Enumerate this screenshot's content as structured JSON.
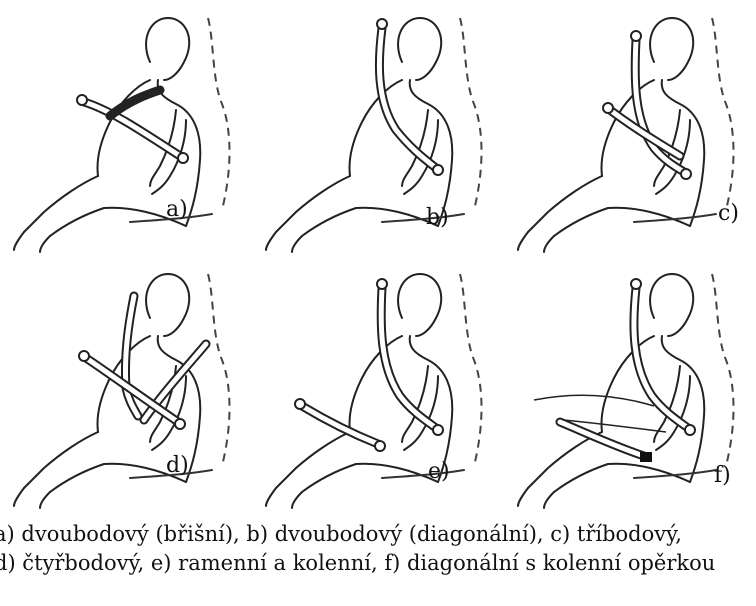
{
  "panels": [
    {
      "id": "a",
      "label": "a)"
    },
    {
      "id": "b",
      "label": "b)"
    },
    {
      "id": "c",
      "label": "c)"
    },
    {
      "id": "d",
      "label": "d)"
    },
    {
      "id": "e",
      "label": "e)"
    },
    {
      "id": "f",
      "label": "f)"
    }
  ],
  "caption": {
    "line1": "a) dvoubodový (břišní), b) dvoubodový (diagonální), c) tříbodový,",
    "line2": "d) čtyřbodový, e) ramenní a kolenní, f) diagonální s kolenní opěrkou"
  }
}
